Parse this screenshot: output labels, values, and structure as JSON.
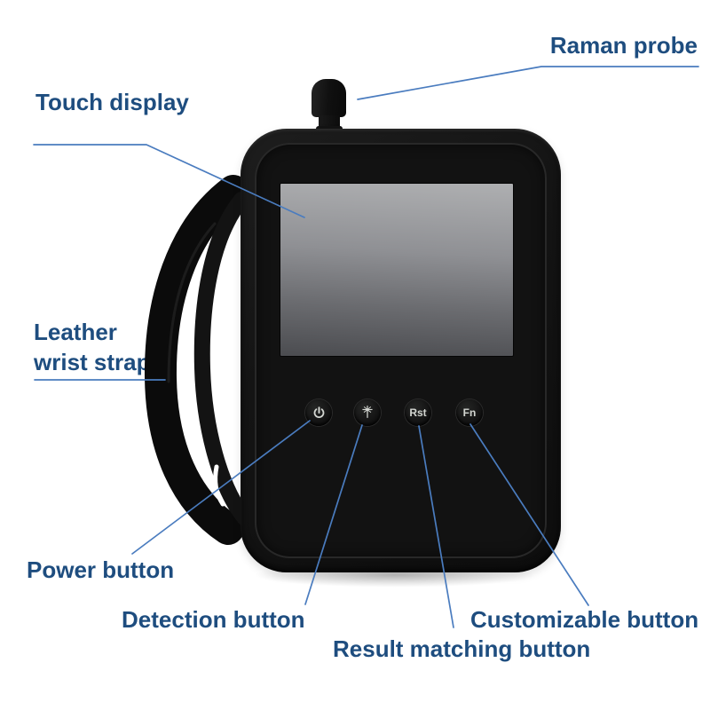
{
  "labels": {
    "raman_probe": "Raman probe",
    "touch_display": "Touch display",
    "wrist_strap_line1": "Leather",
    "wrist_strap_line2": "wrist strap",
    "power_button": "Power button",
    "detection_button": "Detection button",
    "result_matching_button": "Result matching button",
    "customizable_button": "Customizable button"
  },
  "device": {
    "buttons": [
      {
        "icon": "power-icon",
        "label": ""
      },
      {
        "icon": "laser-burst-icon",
        "label": ""
      },
      {
        "icon": null,
        "label": "Rst"
      },
      {
        "icon": null,
        "label": "Fn"
      }
    ],
    "screen": {
      "content": ""
    }
  },
  "colors": {
    "label_text": "#1e4d7f",
    "callout_line": "#4a7cbf",
    "device_body": "#141414",
    "screen_top": "#aeafb1",
    "screen_bottom": "#4b4c50",
    "button_glyph": "#d3d6d1"
  }
}
